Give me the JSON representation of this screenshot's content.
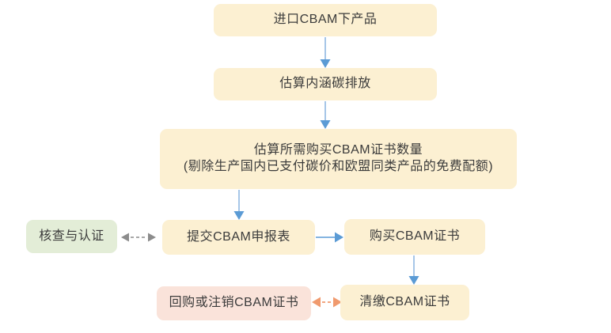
{
  "diagram": {
    "title": "CBAM certificate process flowchart",
    "nodes": {
      "import_products": {
        "label": "进口CBAM下产品"
      },
      "estimate_emissions": {
        "label": "估算内涵碳排放"
      },
      "estimate_certificates": {
        "line1": "估算所需购买CBAM证书数量",
        "line2": "(剔除生产国内已支付碳价和欧盟同类产品的免费配额)"
      },
      "verification": {
        "label": "核查与认证"
      },
      "submit_declaration": {
        "label": "提交CBAM申报表"
      },
      "buy_certificates": {
        "label": "购买CBAM证书"
      },
      "repurchase_cancel": {
        "label": "回购或注销CBAM证书"
      },
      "surrender_certificates": {
        "label": "清缴CBAM证书"
      }
    },
    "colors": {
      "process_box_bg": "#fcf0d2",
      "verification_box_bg": "#e3edd7",
      "repurchase_box_bg": "#fae3da",
      "flow_arrow_shaft": "#8fb8e2",
      "flow_arrow_head": "#5b9bd5",
      "verification_arrow": "#8c8c8c",
      "repurchase_arrow": "#f09a6e",
      "text": "#3b3b3b"
    }
  }
}
